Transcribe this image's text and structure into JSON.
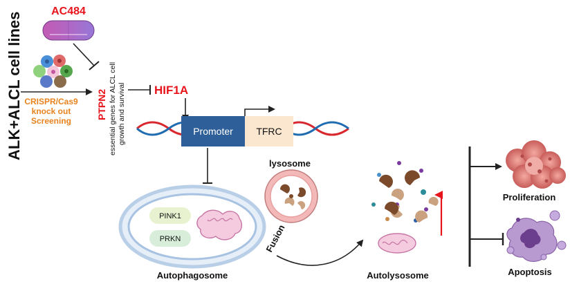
{
  "side_title": "ALK+ALCL cell lines",
  "drug": {
    "name": "AC484",
    "color": "#e8141c"
  },
  "screening": {
    "line1": "CRISPR/Cas9",
    "line2": "knock out",
    "line3": "Screening",
    "color": "#e8821c"
  },
  "ptpn2": {
    "name": "PTPN2",
    "color": "#e8141c",
    "note_line1": "essential genes for ALCL  cell",
    "note_line2": "growth and survival"
  },
  "hif1a": {
    "name": "HIF1A",
    "color": "#e8141c"
  },
  "gene": {
    "promoter": "Promoter",
    "tfrc": "TFRC",
    "promoter_color": "#2f5f98",
    "tfrc_color": "#fbe6cf"
  },
  "lysosome": {
    "label": "lysosome"
  },
  "autophagosome": {
    "label": "Autophagosome",
    "pink1": "PINK1",
    "prkn": "PRKN"
  },
  "fusion": {
    "label": "Fusion"
  },
  "autolysosome": {
    "label": "Autolysosome"
  },
  "outcomes": {
    "proliferation": "Proliferation",
    "apoptosis": "Apoptosis"
  }
}
